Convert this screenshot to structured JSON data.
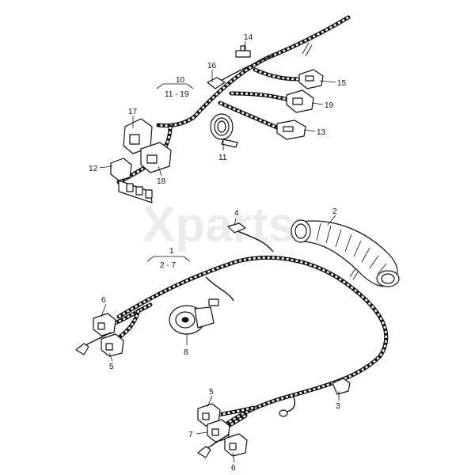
{
  "watermark": {
    "text": "Xparts",
    "subtext": "online"
  },
  "callouts": {
    "c1": "1",
    "c2": "2",
    "c2_7": "2 - 7",
    "c3": "3",
    "c4": "4",
    "c5a": "5",
    "c5b": "5",
    "c6a": "6",
    "c6b": "6",
    "c7": "7",
    "c8": "8",
    "c10": "10",
    "c11_19": "11 - 19",
    "c11": "11",
    "c12": "12",
    "c13": "13",
    "c14": "14",
    "c15": "15",
    "c16": "16",
    "c17": "17",
    "c18": "18",
    "c19": "19"
  }
}
